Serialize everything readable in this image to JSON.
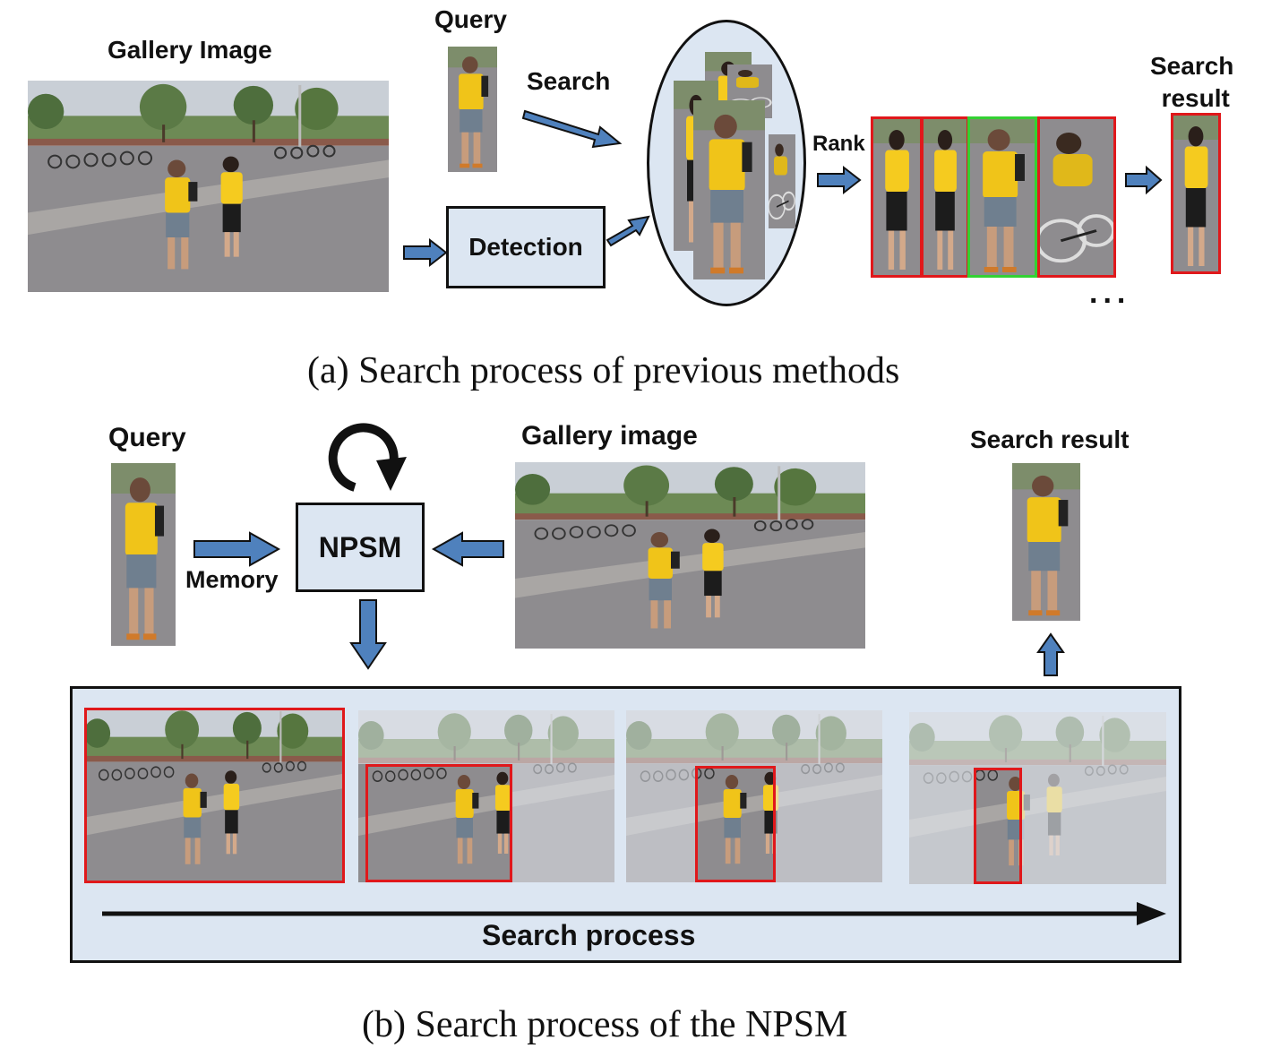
{
  "panel_a": {
    "gallery_label": "Gallery Image",
    "query_label": "Query",
    "search_label": "Search",
    "detection_label": "Detection",
    "rank_label": "Rank",
    "result_label_line1": "Search",
    "result_label_line2": "result",
    "ellipsis": "...",
    "caption": "(a) Search process of previous methods"
  },
  "panel_b": {
    "query_label": "Query",
    "memory_label": "Memory",
    "npsm_label": "NPSM",
    "gallery_label": "Gallery image",
    "result_label": "Search result",
    "process_label": "Search process",
    "caption": "(b) Search process of the NPSM"
  },
  "colors": {
    "arrow_fill": "#4f81bd",
    "box_fill": "#dce6f2",
    "mismatch_box": "#e0181b",
    "match_box": "#33d133"
  }
}
